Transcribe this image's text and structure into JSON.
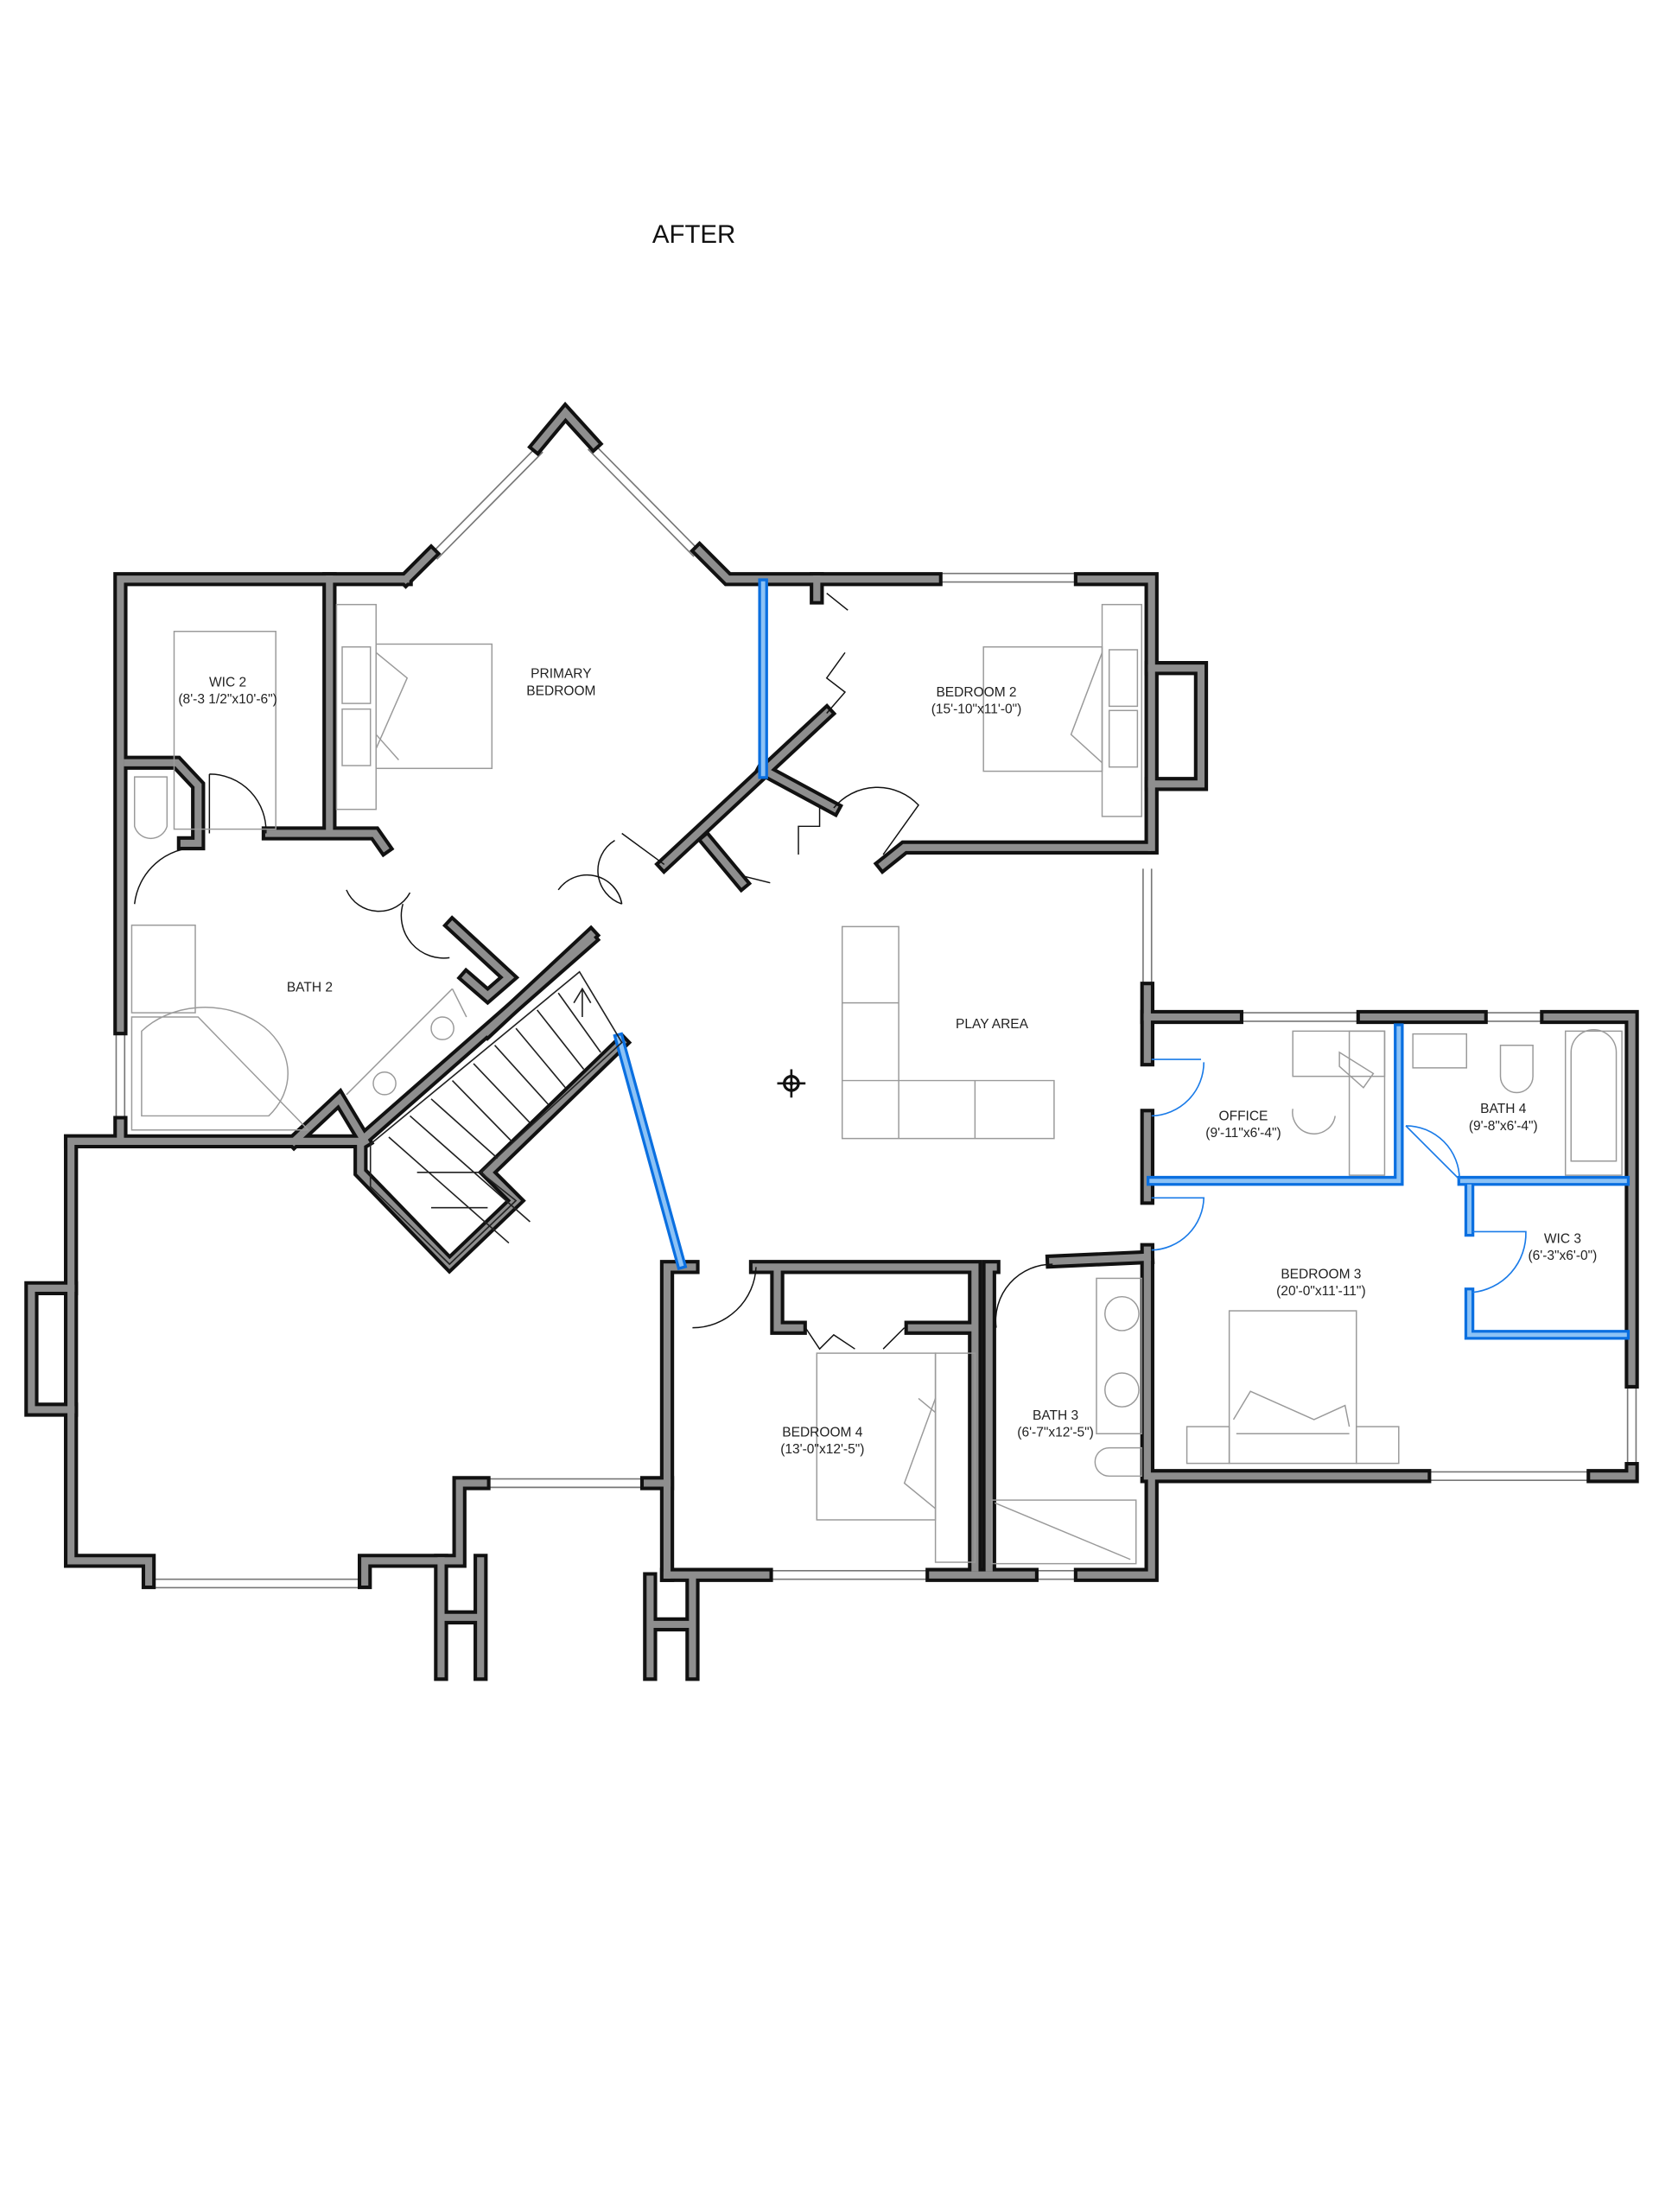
{
  "title": "AFTER",
  "rooms": {
    "wic2": {
      "name": "WIC 2",
      "size": "(8'-3 1/2\"x10'-6\")"
    },
    "primary": {
      "name_line1": "PRIMARY",
      "name_line2": "BEDROOM"
    },
    "bedroom2": {
      "name": "BEDROOM 2",
      "size": "(15'-10\"x11'-0\")"
    },
    "bath2": {
      "name": "BATH 2"
    },
    "play": {
      "name": "PLAY AREA"
    },
    "office": {
      "name": "OFFICE",
      "size": "(9'-11\"x6'-4\")"
    },
    "bath4": {
      "name": "BATH 4",
      "size": "(9'-8\"x6'-4\")"
    },
    "wic3": {
      "name": "WIC 3",
      "size": "(6'-3\"x6'-0\")"
    },
    "bedroom3": {
      "name": "BEDROOM 3",
      "size": "(20'-0\"x11'-11\")"
    },
    "bedroom4": {
      "name": "BEDROOM 4",
      "size": "(13'-0\"x12'-5\")"
    },
    "bath3": {
      "name": "BATH 3",
      "size": "(6'-7\"x12'-5\")"
    }
  },
  "colors": {
    "existing_wall": "#111111",
    "wall_fill": "#8e8e8e",
    "new_wall": "#0a6fe0"
  },
  "icons": {
    "center": "crosshair-move-icon"
  }
}
